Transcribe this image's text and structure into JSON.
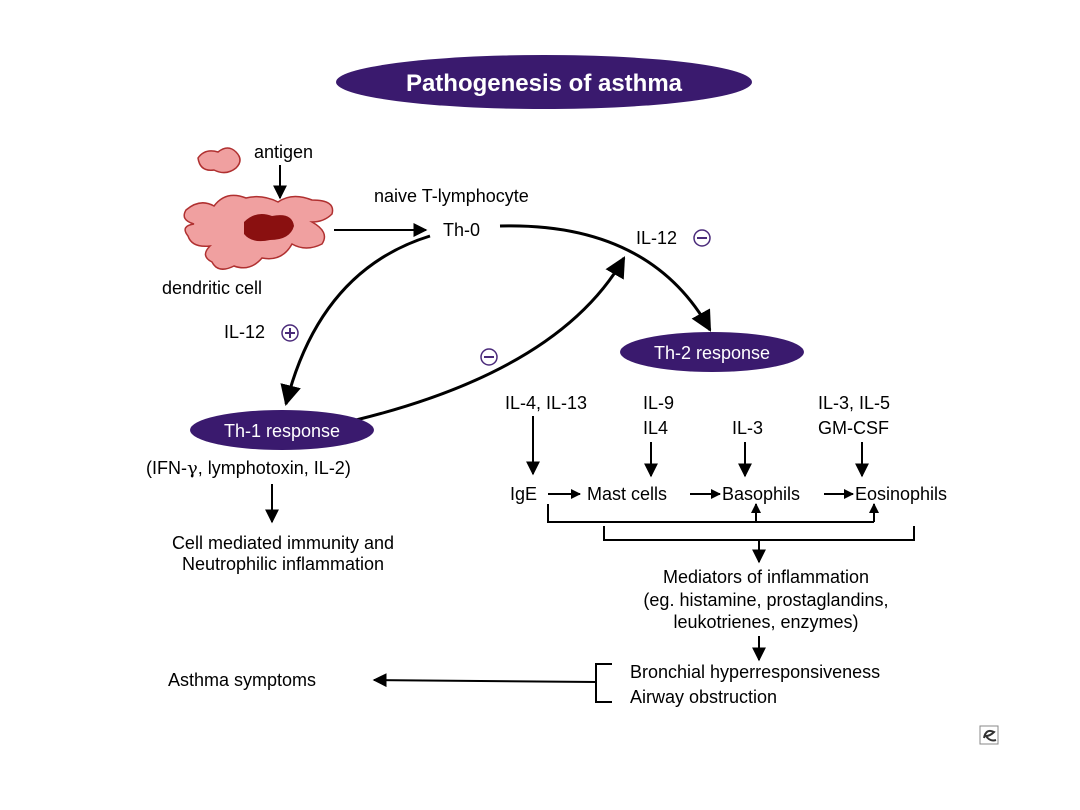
{
  "title": "Pathogenesis of asthma",
  "labels": {
    "antigen": "antigen",
    "naive": "naive T-lymphocyte",
    "th0": "Th-0",
    "dendritic": "dendritic cell",
    "il12_minus": "IL-12",
    "il12_plus": "IL-12",
    "th2": "Th-2 response",
    "th1": "Th-1 response",
    "th1_cytokines_pre": "(IFN-",
    "gamma": "γ",
    "th1_cytokines_post": ", lymphotoxin, IL-2)",
    "cell_mediated_1": "Cell mediated immunity and",
    "cell_mediated_2": "Neutrophilic inflammation",
    "il4_il13": "IL-4, IL-13",
    "il9": "IL-9",
    "il4": "IL4",
    "il3": "IL-3",
    "il3_il5": "IL-3, IL-5",
    "gmcsf": "GM-CSF",
    "ige": "IgE",
    "mast": "Mast cells",
    "basophils": "Basophils",
    "eosinophils": "Eosinophils",
    "mediators_1": "Mediators of inflammation",
    "mediators_2": "(eg. histamine, prostaglandins,",
    "mediators_3": "leukotrienes, enzymes)",
    "bronchial": "Bronchial hyperresponsiveness",
    "airway": "Airway obstruction",
    "asthma_symptoms": "Asthma symptoms"
  },
  "symbols": {
    "minus": "minus-circle-icon",
    "plus": "plus-circle-icon"
  },
  "colors": {
    "ellipse": "#3a1a6e",
    "cell_fill": "#f0a0a0",
    "cell_stroke": "#b03030",
    "nucleus": "#8a1010",
    "accent": "#4a2a7a"
  }
}
